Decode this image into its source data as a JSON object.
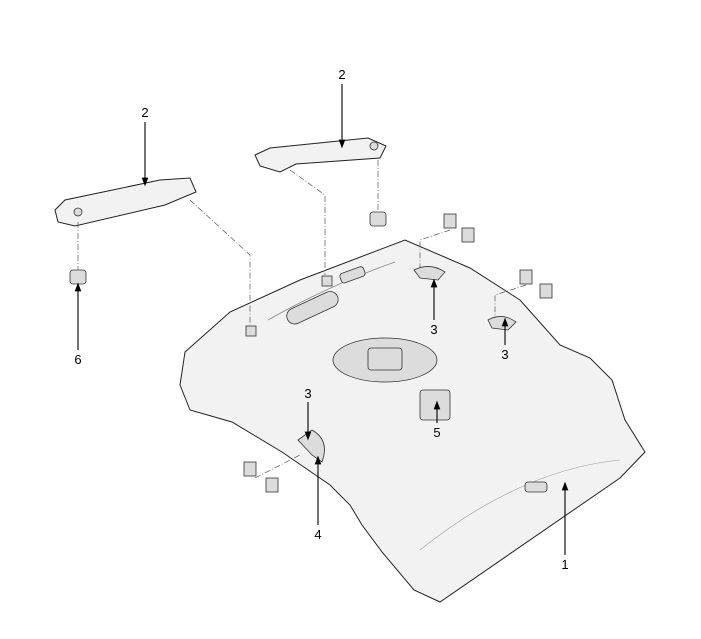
{
  "diagram": {
    "callouts": {
      "headliner": "1",
      "sunvisor_left": "2",
      "sunvisor_right": "2",
      "assist_handle_front_right": "3",
      "assist_handle_rear_right": "3",
      "assist_handle_left": "3",
      "clip": "4",
      "room_lamp": "5",
      "sunvisor_retainer": "6"
    }
  }
}
